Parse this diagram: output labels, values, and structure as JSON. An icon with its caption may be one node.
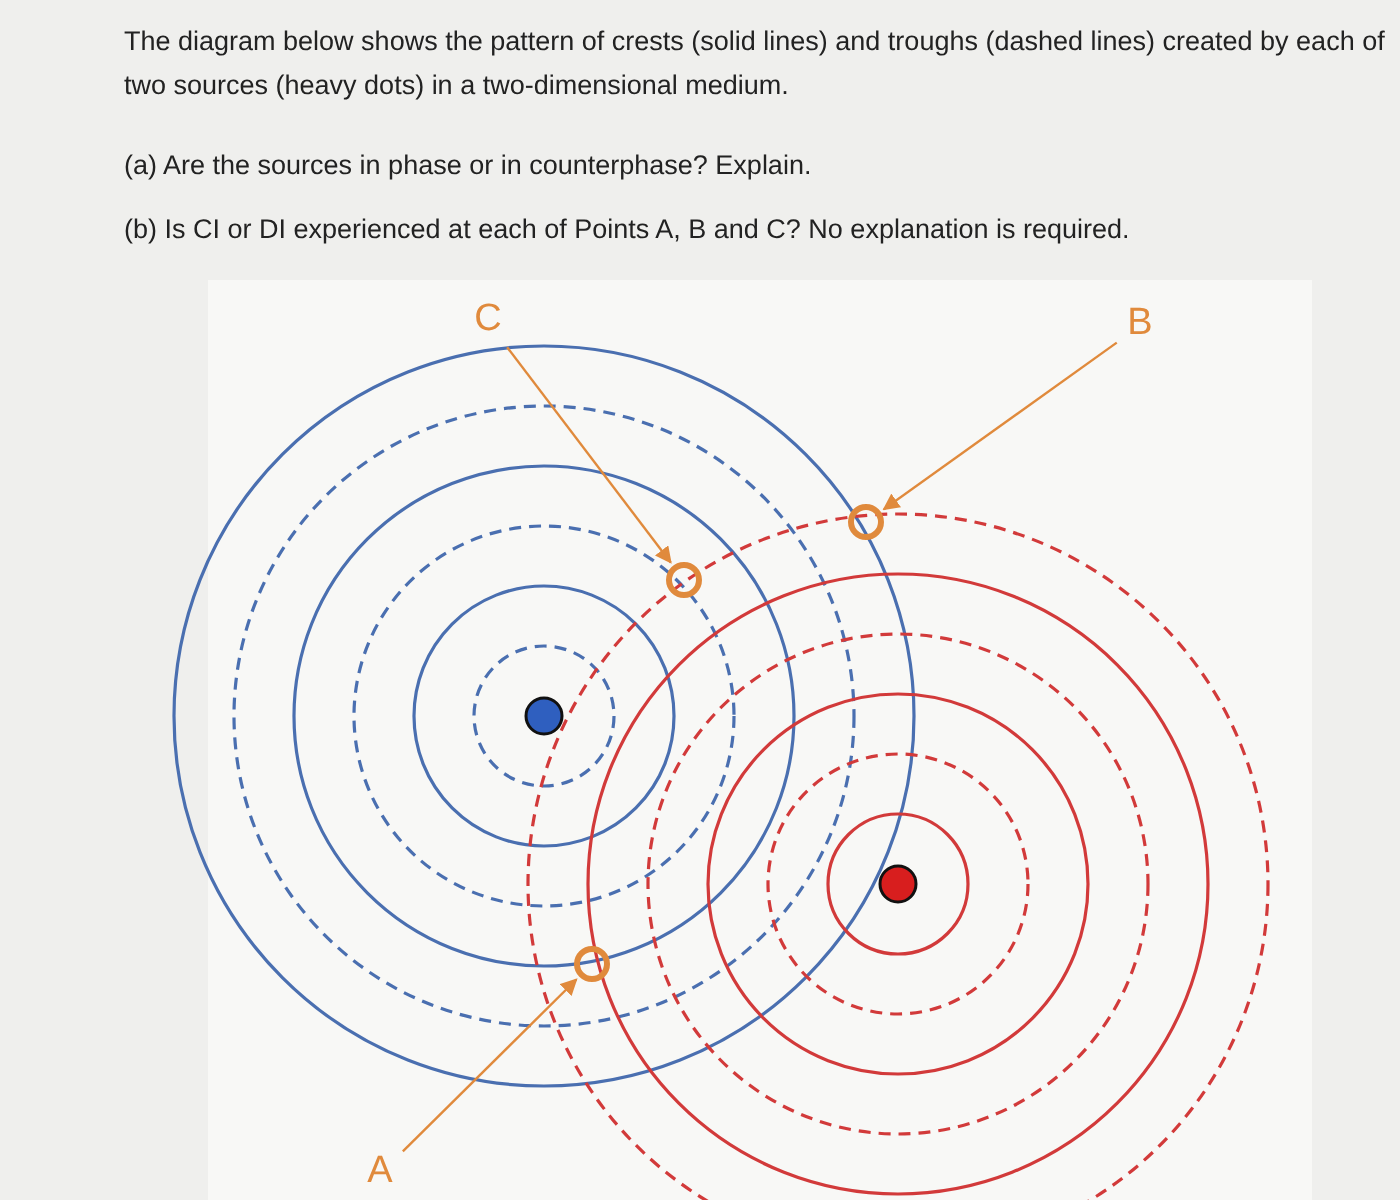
{
  "diagram": {
    "nodes": [
      {
        "text": [
          "C"
        ]
      },
      {
        "text": [
          "B"
        ]
      },
      {
        "text": [
          "A"
        ]
      },
      {
        "text": [],
        "shape": "circle"
      },
      {
        "text": [],
        "shape": "circle"
      },
      {
        "text": [],
        "shape": "circle"
      }
    ],
    "edges": [
      {
        "from": 0,
        "to": 4,
        "arrow": "to"
      },
      {
        "from": 1,
        "to": 3,
        "arrow": "to"
      },
      {
        "from": 2,
        "to": 5,
        "arrow": "to"
      }
    ],
    "labels": [
      "The diagram below shows the pattern of crests (solid lines) and troughs (dashed lines) created by each of two sources (heavy dots) in a two-dimensional medium.",
      "(a) Are the sources in phase or in counterphase? Explain.",
      "(b) Is CI or DI experienced at each of Points A, B and C? No explanation is required."
    ]
  }
}
